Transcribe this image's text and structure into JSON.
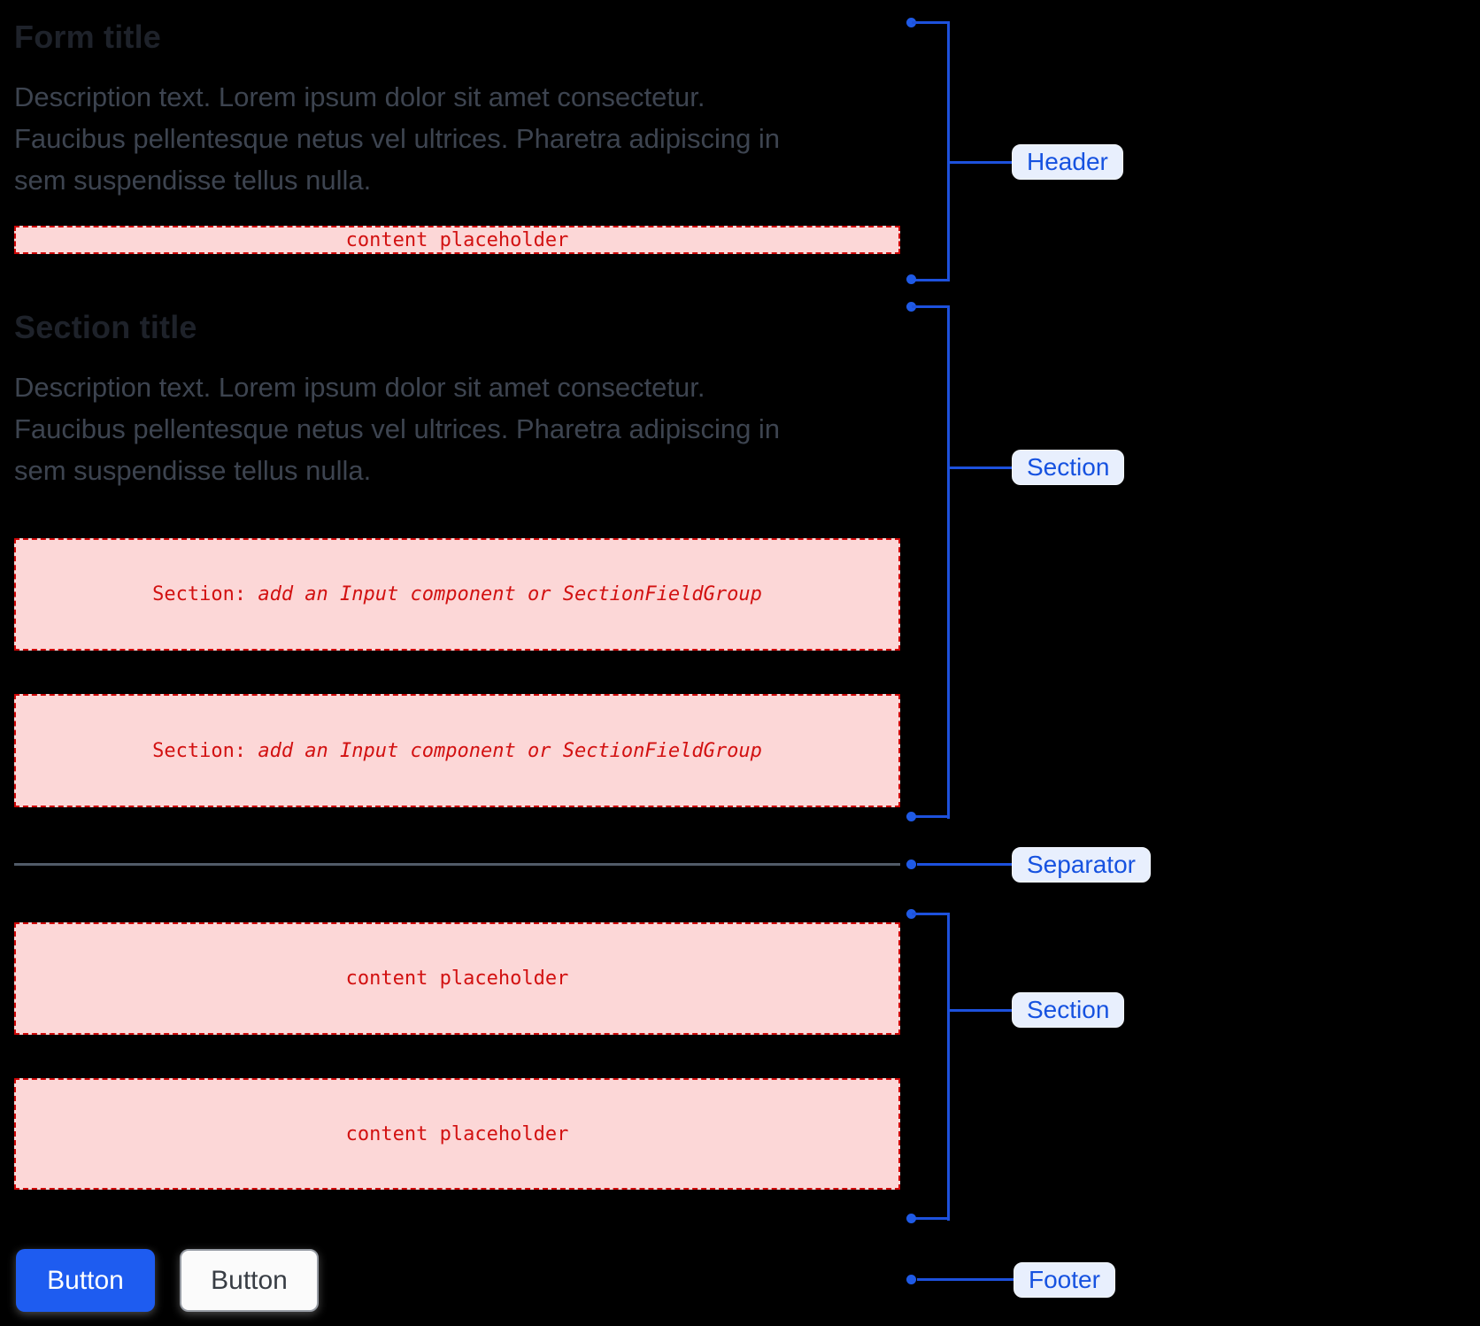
{
  "header": {
    "title": "Form title",
    "description_lines": [
      "Description text. Lorem ipsum dolor sit amet consectetur.",
      "Faucibus pellentesque netus vel ultrices. Pharetra adipiscing in",
      "sem suspendisse tellus nulla."
    ],
    "placeholder": "content placeholder"
  },
  "section": {
    "title": "Section title",
    "description_lines": [
      "Description text. Lorem ipsum dolor sit amet consectetur.",
      "Faucibus pellentesque netus vel ultrices. Pharetra adipiscing in",
      "sem suspendisse tellus nulla."
    ],
    "placeholder_prefix": "Section:",
    "placeholder_rest": "add an Input component or SectionFieldGroup"
  },
  "bottom_section": {
    "placeholder_1": "content placeholder",
    "placeholder_2": "content placeholder"
  },
  "footer": {
    "primary_button_label": "Button",
    "secondary_button_label": "Button"
  },
  "annotations": {
    "header_label": "Header",
    "section_label_1": "Section",
    "separator_label": "Separator",
    "section_label_2": "Section",
    "footer_label": "Footer"
  },
  "colors": {
    "annotation_blue": "#1d51dd",
    "annotation_chip_bg": "#e8effd",
    "annotation_chip_text": "#1652e0",
    "placeholder_pink_bg": "#fcd7d7",
    "placeholder_red": "#d21111",
    "placeholder_border_red": "#cf0808",
    "separator_gray": "#515b68",
    "primary_button_blue": "#1e5cf0",
    "heading_text": "#1e222a",
    "body_text": "#3d4450"
  }
}
